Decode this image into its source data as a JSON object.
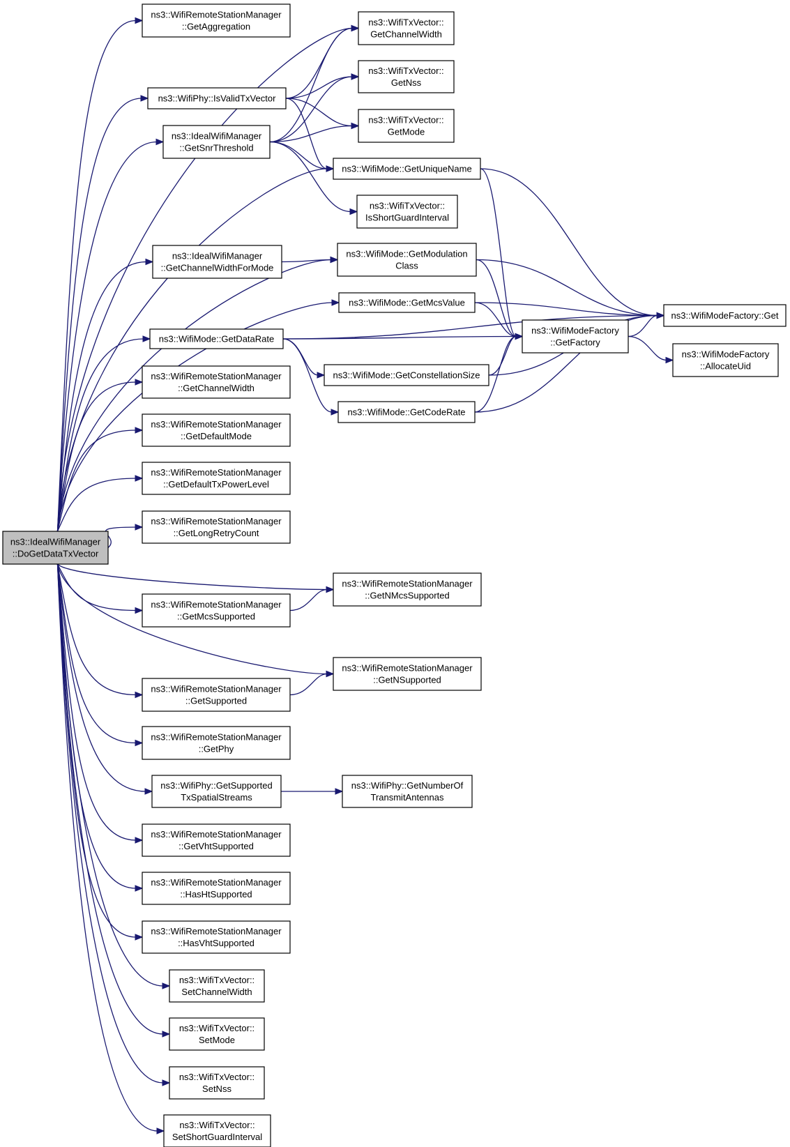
{
  "colors": {
    "edge": "#191970",
    "node_border": "#000000",
    "root_fill": "#bfbfbf",
    "node_fill": "#ffffff"
  },
  "nodes": {
    "root": {
      "lines": [
        "ns3::IdealWifiManager",
        "::DoGetDataTxVector"
      ]
    },
    "rsm_get_aggregation": {
      "lines": [
        "ns3::WifiRemoteStationManager",
        "::GetAggregation"
      ]
    },
    "txv_get_channel_width": {
      "lines": [
        "ns3::WifiTxVector::",
        "GetChannelWidth"
      ]
    },
    "txv_get_nss": {
      "lines": [
        "ns3::WifiTxVector::",
        "GetNss"
      ]
    },
    "phy_is_valid_txvector": {
      "lines": [
        "ns3::WifiPhy::IsValidTxVector"
      ]
    },
    "txv_get_mode": {
      "lines": [
        "ns3::WifiTxVector::",
        "GetMode"
      ]
    },
    "ideal_get_snr_threshold": {
      "lines": [
        "ns3::IdealWifiManager",
        "::GetSnrThreshold"
      ]
    },
    "mode_get_unique_name": {
      "lines": [
        "ns3::WifiMode::GetUniqueName"
      ]
    },
    "txv_is_short_gi": {
      "lines": [
        "ns3::WifiTxVector::",
        "IsShortGuardInterval"
      ]
    },
    "ideal_get_cw_for_mode": {
      "lines": [
        "ns3::IdealWifiManager",
        "::GetChannelWidthForMode"
      ]
    },
    "mode_get_modulation": {
      "lines": [
        "ns3::WifiMode::GetModulation",
        "Class"
      ]
    },
    "mode_get_mcs_value": {
      "lines": [
        "ns3::WifiMode::GetMcsValue"
      ]
    },
    "factory_get": {
      "lines": [
        "ns3::WifiModeFactory::Get"
      ]
    },
    "mode_get_data_rate": {
      "lines": [
        "ns3::WifiMode::GetDataRate"
      ]
    },
    "factory_get_factory": {
      "lines": [
        "ns3::WifiModeFactory",
        "::GetFactory"
      ]
    },
    "factory_allocate_uid": {
      "lines": [
        "ns3::WifiModeFactory",
        "::AllocateUid"
      ]
    },
    "mode_get_constellation": {
      "lines": [
        "ns3::WifiMode::GetConstellationSize"
      ]
    },
    "rsm_get_channel_width": {
      "lines": [
        "ns3::WifiRemoteStationManager",
        "::GetChannelWidth"
      ]
    },
    "mode_get_code_rate": {
      "lines": [
        "ns3::WifiMode::GetCodeRate"
      ]
    },
    "rsm_get_default_mode": {
      "lines": [
        "ns3::WifiRemoteStationManager",
        "::GetDefaultMode"
      ]
    },
    "rsm_get_default_txpow": {
      "lines": [
        "ns3::WifiRemoteStationManager",
        "::GetDefaultTxPowerLevel"
      ]
    },
    "rsm_get_long_retry": {
      "lines": [
        "ns3::WifiRemoteStationManager",
        "::GetLongRetryCount"
      ]
    },
    "rsm_get_nmcs_supported": {
      "lines": [
        "ns3::WifiRemoteStationManager",
        "::GetNMcsSupported"
      ]
    },
    "rsm_get_mcs_supported": {
      "lines": [
        "ns3::WifiRemoteStationManager",
        "::GetMcsSupported"
      ]
    },
    "rsm_get_nsupported": {
      "lines": [
        "ns3::WifiRemoteStationManager",
        "::GetNSupported"
      ]
    },
    "rsm_get_supported": {
      "lines": [
        "ns3::WifiRemoteStationManager",
        "::GetSupported"
      ]
    },
    "rsm_get_phy": {
      "lines": [
        "ns3::WifiRemoteStationManager",
        "::GetPhy"
      ]
    },
    "phy_get_supported_tx_ss": {
      "lines": [
        "ns3::WifiPhy::GetSupported",
        "TxSpatialStreams"
      ]
    },
    "phy_get_num_tx_ant": {
      "lines": [
        "ns3::WifiPhy::GetNumberOf",
        "TransmitAntennas"
      ]
    },
    "rsm_get_vht_supported": {
      "lines": [
        "ns3::WifiRemoteStationManager",
        "::GetVhtSupported"
      ]
    },
    "rsm_has_ht_supported": {
      "lines": [
        "ns3::WifiRemoteStationManager",
        "::HasHtSupported"
      ]
    },
    "rsm_has_vht_supported": {
      "lines": [
        "ns3::WifiRemoteStationManager",
        "::HasVhtSupported"
      ]
    },
    "txv_set_channel_width": {
      "lines": [
        "ns3::WifiTxVector::",
        "SetChannelWidth"
      ]
    },
    "txv_set_mode": {
      "lines": [
        "ns3::WifiTxVector::",
        "SetMode"
      ]
    },
    "txv_set_nss": {
      "lines": [
        "ns3::WifiTxVector::",
        "SetNss"
      ]
    },
    "txv_set_short_gi": {
      "lines": [
        "ns3::WifiTxVector::",
        "SetShortGuardInterval"
      ]
    }
  },
  "edges": [
    [
      "root",
      "rsm_get_aggregation"
    ],
    [
      "root",
      "txv_get_channel_width"
    ],
    [
      "root",
      "phy_is_valid_txvector"
    ],
    [
      "root",
      "ideal_get_snr_threshold"
    ],
    [
      "root",
      "mode_get_unique_name"
    ],
    [
      "root",
      "mode_get_modulation"
    ],
    [
      "root",
      "ideal_get_cw_for_mode"
    ],
    [
      "root",
      "mode_get_mcs_value"
    ],
    [
      "root",
      "mode_get_data_rate"
    ],
    [
      "root",
      "rsm_get_channel_width"
    ],
    [
      "root",
      "rsm_get_default_mode"
    ],
    [
      "root",
      "rsm_get_default_txpow"
    ],
    [
      "root",
      "rsm_get_long_retry"
    ],
    [
      "root",
      "rsm_get_nmcs_supported"
    ],
    [
      "root",
      "rsm_get_mcs_supported"
    ],
    [
      "root",
      "rsm_get_nsupported"
    ],
    [
      "root",
      "rsm_get_supported"
    ],
    [
      "root",
      "rsm_get_phy"
    ],
    [
      "root",
      "phy_get_supported_tx_ss"
    ],
    [
      "root",
      "rsm_get_vht_supported"
    ],
    [
      "root",
      "rsm_has_ht_supported"
    ],
    [
      "root",
      "rsm_has_vht_supported"
    ],
    [
      "root",
      "txv_set_channel_width"
    ],
    [
      "root",
      "txv_set_mode"
    ],
    [
      "root",
      "txv_set_nss"
    ],
    [
      "root",
      "txv_set_short_gi"
    ],
    [
      "phy_is_valid_txvector",
      "txv_get_channel_width"
    ],
    [
      "phy_is_valid_txvector",
      "txv_get_nss"
    ],
    [
      "phy_is_valid_txvector",
      "txv_get_mode"
    ],
    [
      "phy_is_valid_txvector",
      "mode_get_unique_name"
    ],
    [
      "ideal_get_snr_threshold",
      "txv_get_channel_width"
    ],
    [
      "ideal_get_snr_threshold",
      "txv_get_nss"
    ],
    [
      "ideal_get_snr_threshold",
      "txv_get_mode"
    ],
    [
      "ideal_get_snr_threshold",
      "mode_get_unique_name"
    ],
    [
      "ideal_get_snr_threshold",
      "txv_is_short_gi"
    ],
    [
      "mode_get_unique_name",
      "factory_get_factory"
    ],
    [
      "mode_get_unique_name",
      "factory_get"
    ],
    [
      "ideal_get_cw_for_mode",
      "mode_get_modulation"
    ],
    [
      "mode_get_modulation",
      "factory_get_factory"
    ],
    [
      "mode_get_modulation",
      "factory_get"
    ],
    [
      "mode_get_mcs_value",
      "factory_get_factory"
    ],
    [
      "mode_get_mcs_value",
      "factory_get"
    ],
    [
      "mode_get_data_rate",
      "factory_get_factory"
    ],
    [
      "mode_get_data_rate",
      "mode_get_constellation"
    ],
    [
      "mode_get_data_rate",
      "mode_get_code_rate"
    ],
    [
      "mode_get_data_rate",
      "factory_get"
    ],
    [
      "mode_get_constellation",
      "factory_get_factory"
    ],
    [
      "mode_get_constellation",
      "factory_get"
    ],
    [
      "mode_get_code_rate",
      "factory_get_factory"
    ],
    [
      "mode_get_code_rate",
      "factory_get"
    ],
    [
      "factory_get_factory",
      "factory_get"
    ],
    [
      "factory_get_factory",
      "factory_allocate_uid"
    ],
    [
      "rsm_get_mcs_supported",
      "rsm_get_nmcs_supported"
    ],
    [
      "rsm_get_supported",
      "rsm_get_nsupported"
    ],
    [
      "phy_get_supported_tx_ss",
      "phy_get_num_tx_ant"
    ]
  ]
}
